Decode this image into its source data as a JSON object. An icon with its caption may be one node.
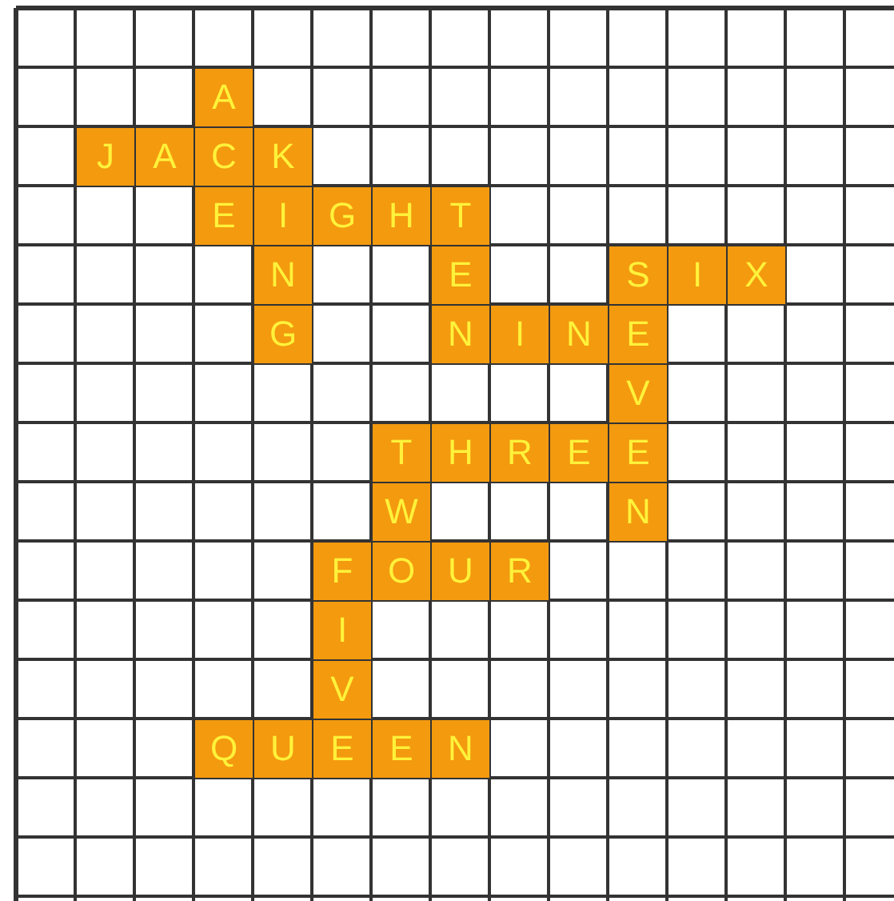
{
  "diagram": {
    "nodes": [
      {
        "text": [
          "A"
        ]
      },
      {
        "text": [
          "J"
        ]
      },
      {
        "text": [
          "A"
        ]
      },
      {
        "text": [
          "C"
        ]
      },
      {
        "text": [
          "K"
        ]
      },
      {
        "text": [
          "E"
        ]
      },
      {
        "text": [
          "I"
        ]
      },
      {
        "text": [
          "G"
        ]
      },
      {
        "text": [
          "H"
        ]
      },
      {
        "text": [
          "T"
        ]
      },
      {
        "text": [
          "N"
        ]
      },
      {
        "text": [
          "E"
        ]
      },
      {
        "text": [
          "S"
        ]
      },
      {
        "text": [
          "I"
        ]
      },
      {
        "text": [
          "X"
        ]
      },
      {
        "text": [
          "G"
        ]
      },
      {
        "text": [
          "N"
        ]
      },
      {
        "text": [
          "I"
        ]
      },
      {
        "text": [
          "N"
        ]
      },
      {
        "text": [
          "E"
        ]
      },
      {
        "text": [
          "V"
        ]
      },
      {
        "text": [
          "T"
        ]
      },
      {
        "text": [
          "H"
        ]
      },
      {
        "text": [
          "R"
        ]
      },
      {
        "text": [
          "E"
        ]
      },
      {
        "text": [
          "E"
        ]
      },
      {
        "text": [
          "W"
        ]
      },
      {
        "text": [
          "N"
        ]
      },
      {
        "text": [
          "F"
        ]
      },
      {
        "text": [
          "O"
        ]
      },
      {
        "text": [
          "U"
        ]
      },
      {
        "text": [
          "R"
        ]
      },
      {
        "text": [
          "I"
        ]
      },
      {
        "text": [
          "V"
        ]
      },
      {
        "text": [
          "Q"
        ]
      },
      {
        "text": [
          "U"
        ]
      },
      {
        "text": [
          "E"
        ]
      },
      {
        "text": [
          "E"
        ]
      },
      {
        "text": [
          "N"
        ]
      }
    ]
  }
}
